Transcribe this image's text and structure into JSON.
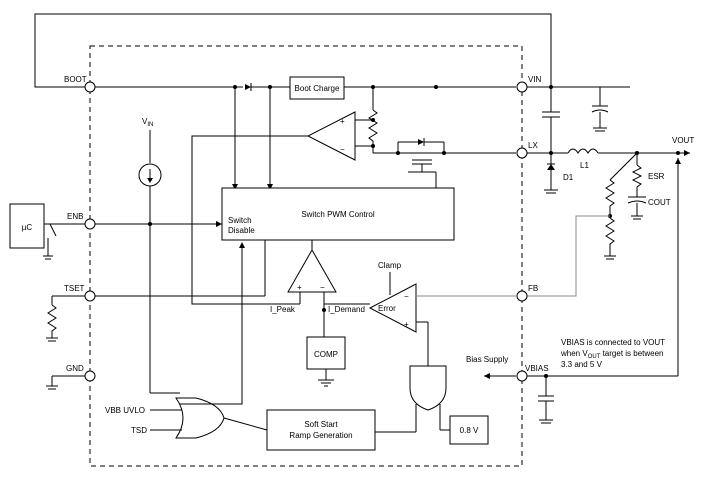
{
  "pins": {
    "boot": "BOOT",
    "enb": "ENB",
    "tset": "TSET",
    "gnd": "GND",
    "vin": "VIN",
    "lx": "LX",
    "fb": "FB",
    "vbias": "VBIAS"
  },
  "vin_supply": {
    "main": "V",
    "sub": "IN"
  },
  "blocks": {
    "boot_charge": "Boot Charge",
    "pwm_title": "Switch PWM Control",
    "switch_disable_1": "Switch",
    "switch_disable_2": "Disable",
    "comp": "COMP",
    "soft_start_1": "Soft Start",
    "soft_start_2": "Ramp Generation",
    "ref": "0.8 V",
    "mcu": "µC"
  },
  "labels": {
    "i_peak": "I_Peak",
    "i_demand": "I_Demand",
    "clamp": "Clamp",
    "error": "Error",
    "vbb_uvlo": "VBB UVLO",
    "tsd": "TSD",
    "bias_supply": "Bias Supply",
    "vout": "VOUT",
    "l1": "L1",
    "d1": "D1",
    "esr": "ESR",
    "cout": "COUT",
    "plus": "+",
    "minus": "−"
  },
  "note": {
    "line1": "VBIAS is connected to VOUT",
    "line2_a": "when V",
    "line2_sub": "OUT",
    "line2_b": " target is between",
    "line3": "3.3 and 5 V"
  }
}
